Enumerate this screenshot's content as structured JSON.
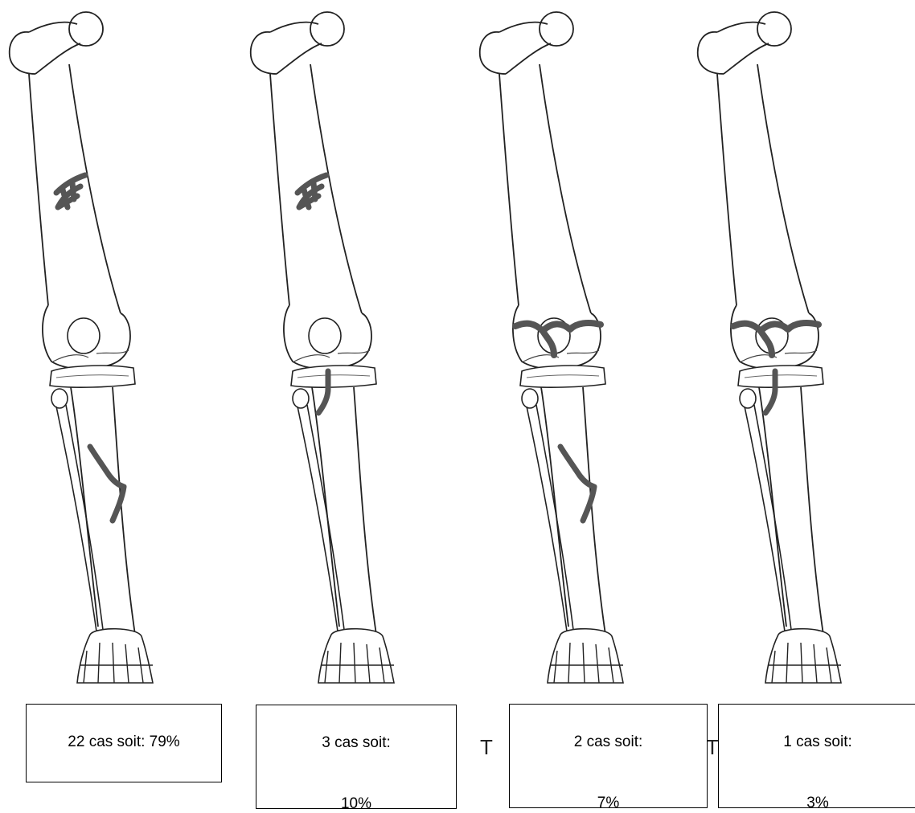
{
  "panels": [
    {
      "line1": "22 cas soit: 79%",
      "line2": "",
      "fractures": [
        "femur",
        "tibia"
      ]
    },
    {
      "line1": "3 cas soit:",
      "line2": "10%",
      "fractures": [
        "femur",
        "tibial-plateau"
      ]
    },
    {
      "line1": "2 cas soit:",
      "line2": "7%",
      "fractures": [
        "knee",
        "tibia"
      ]
    },
    {
      "line1": "1 cas soit:",
      "line2": "3%",
      "fractures": [
        "knee",
        "tibial-plateau"
      ]
    }
  ],
  "stray_text": [
    "T",
    "T"
  ],
  "colors": {
    "bone_outline": "#222222",
    "fracture": "#555555",
    "background": "#ffffff"
  }
}
